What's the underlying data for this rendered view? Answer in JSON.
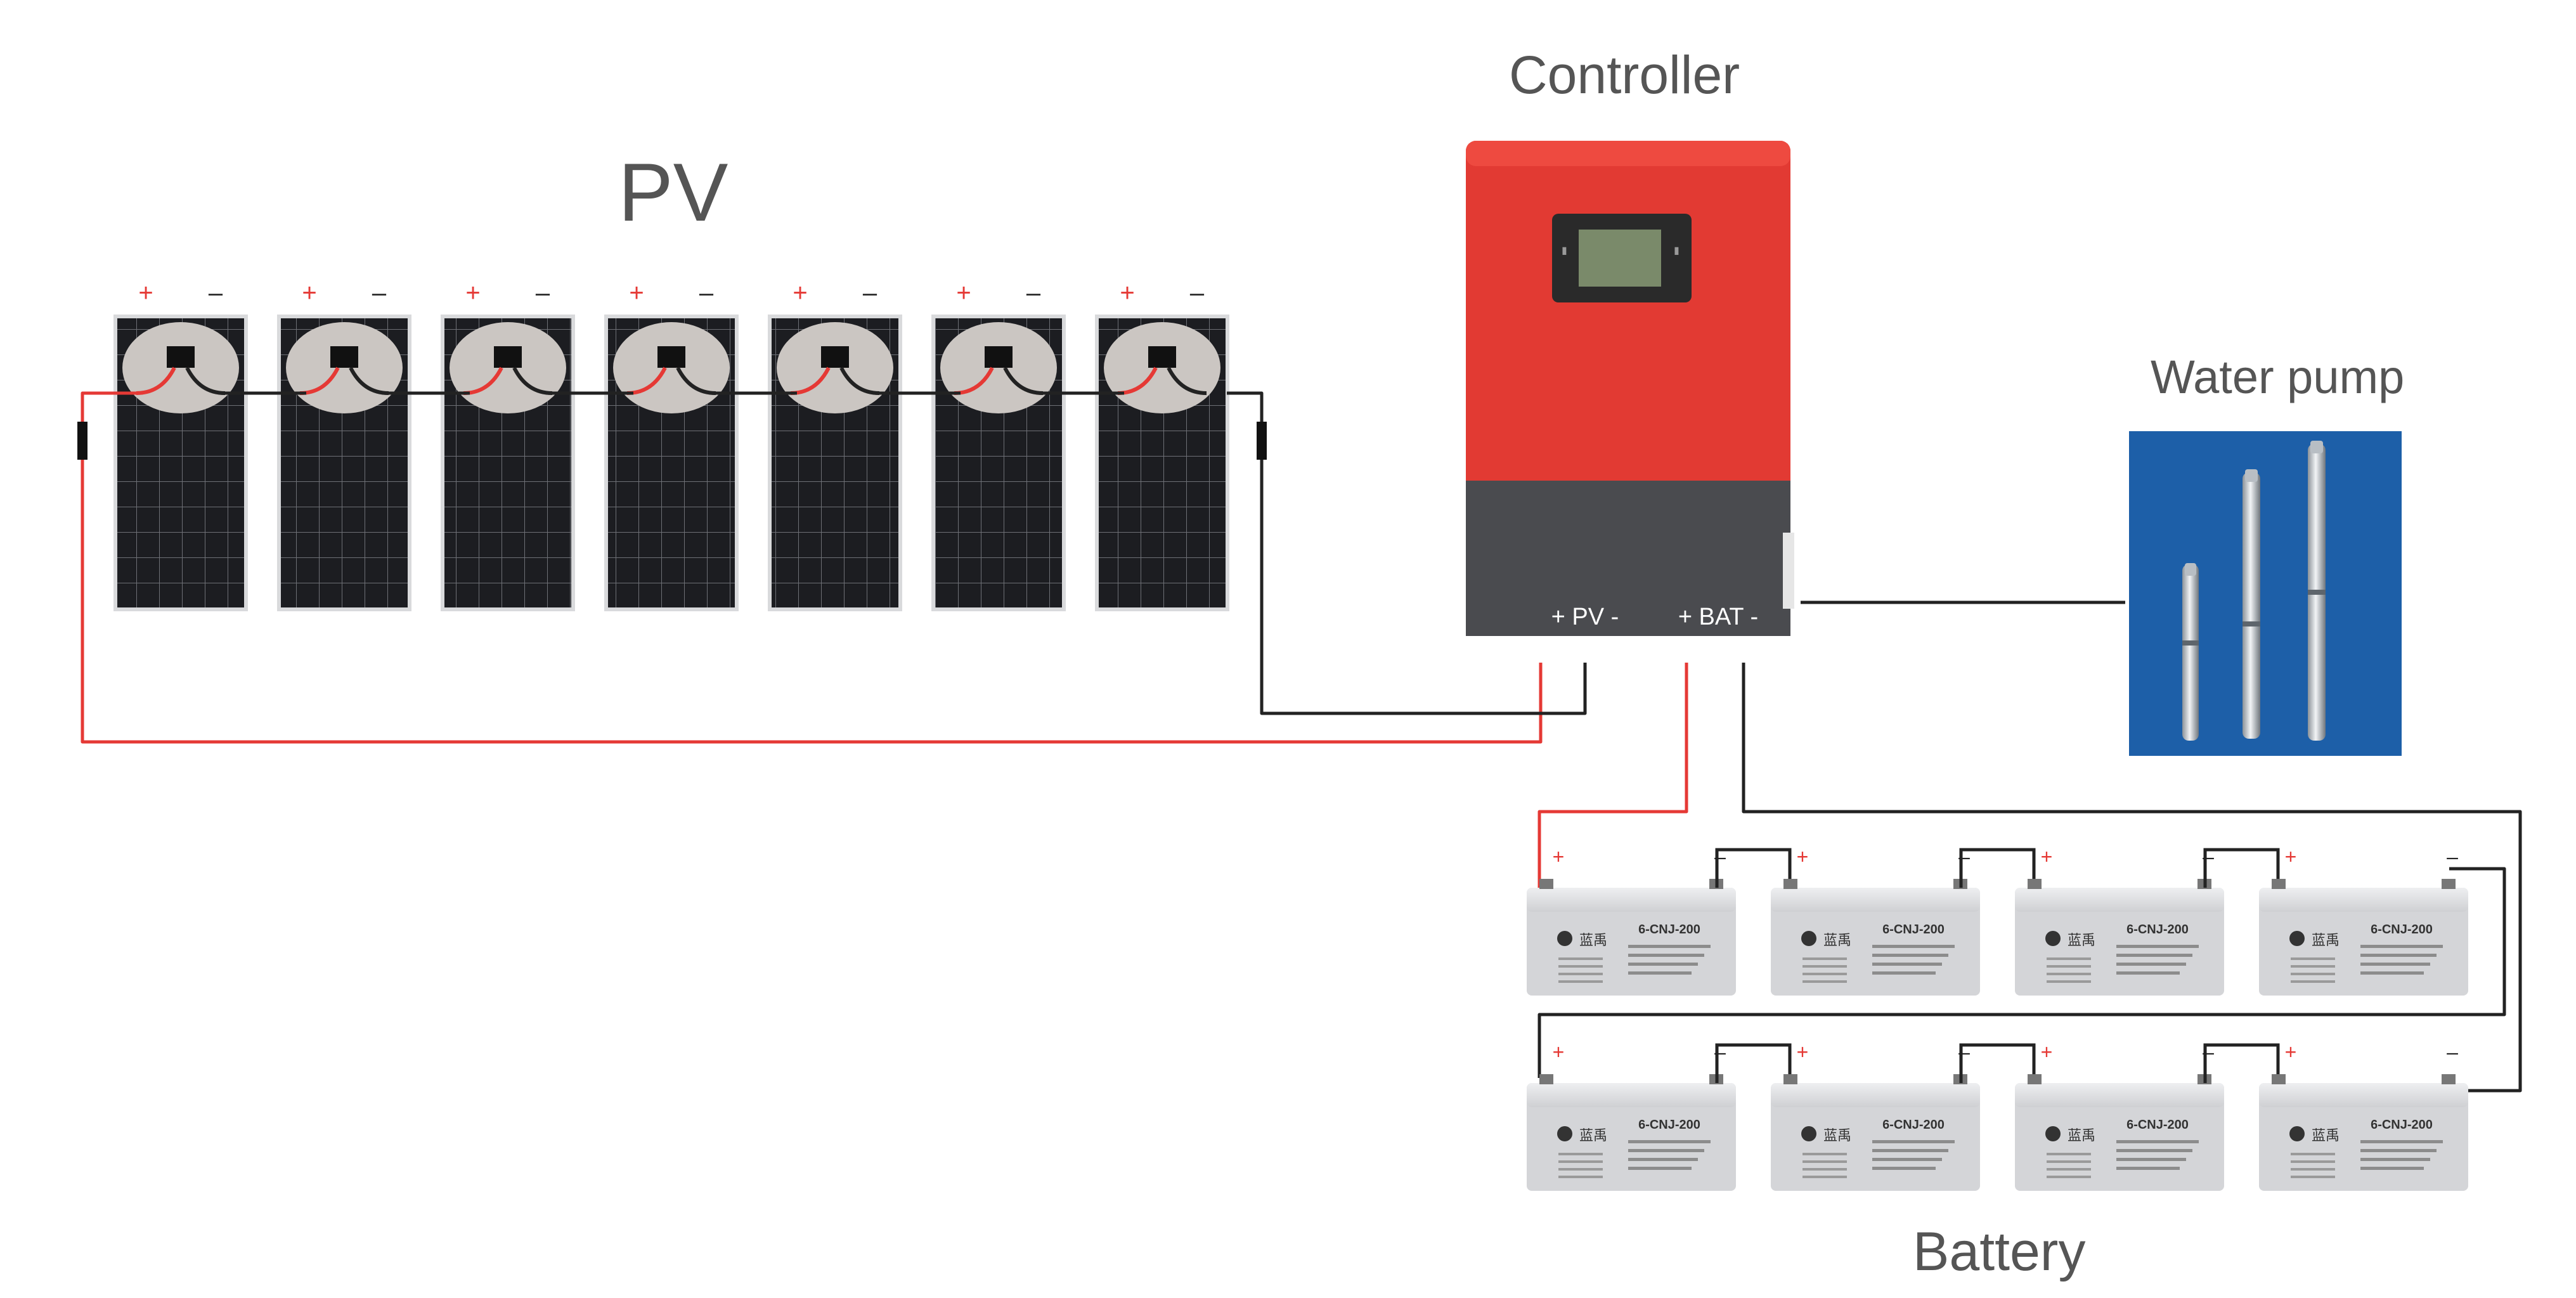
{
  "labels": {
    "pv": "PV",
    "controller": "Controller",
    "water_pump": "Water pump",
    "battery": "Battery"
  },
  "terminals": {
    "plus": "+",
    "minus": "–"
  },
  "controller": {
    "pv_terminal": "+ PV -",
    "bat_terminal": "+ BAT -"
  },
  "battery_unit": {
    "brand": "蓝禹",
    "model": "6-CNJ-200"
  },
  "counts": {
    "pv_panels": 7,
    "batteries": 8
  },
  "colors": {
    "positive_wire": "#e53935",
    "negative_wire": "#222222",
    "controller_body": "#e23a33",
    "controller_base": "#4a4b4f",
    "pump_background": "#1d5fa8",
    "panel_cells": "#1c1d21",
    "battery_case": "#d4d5d8"
  }
}
